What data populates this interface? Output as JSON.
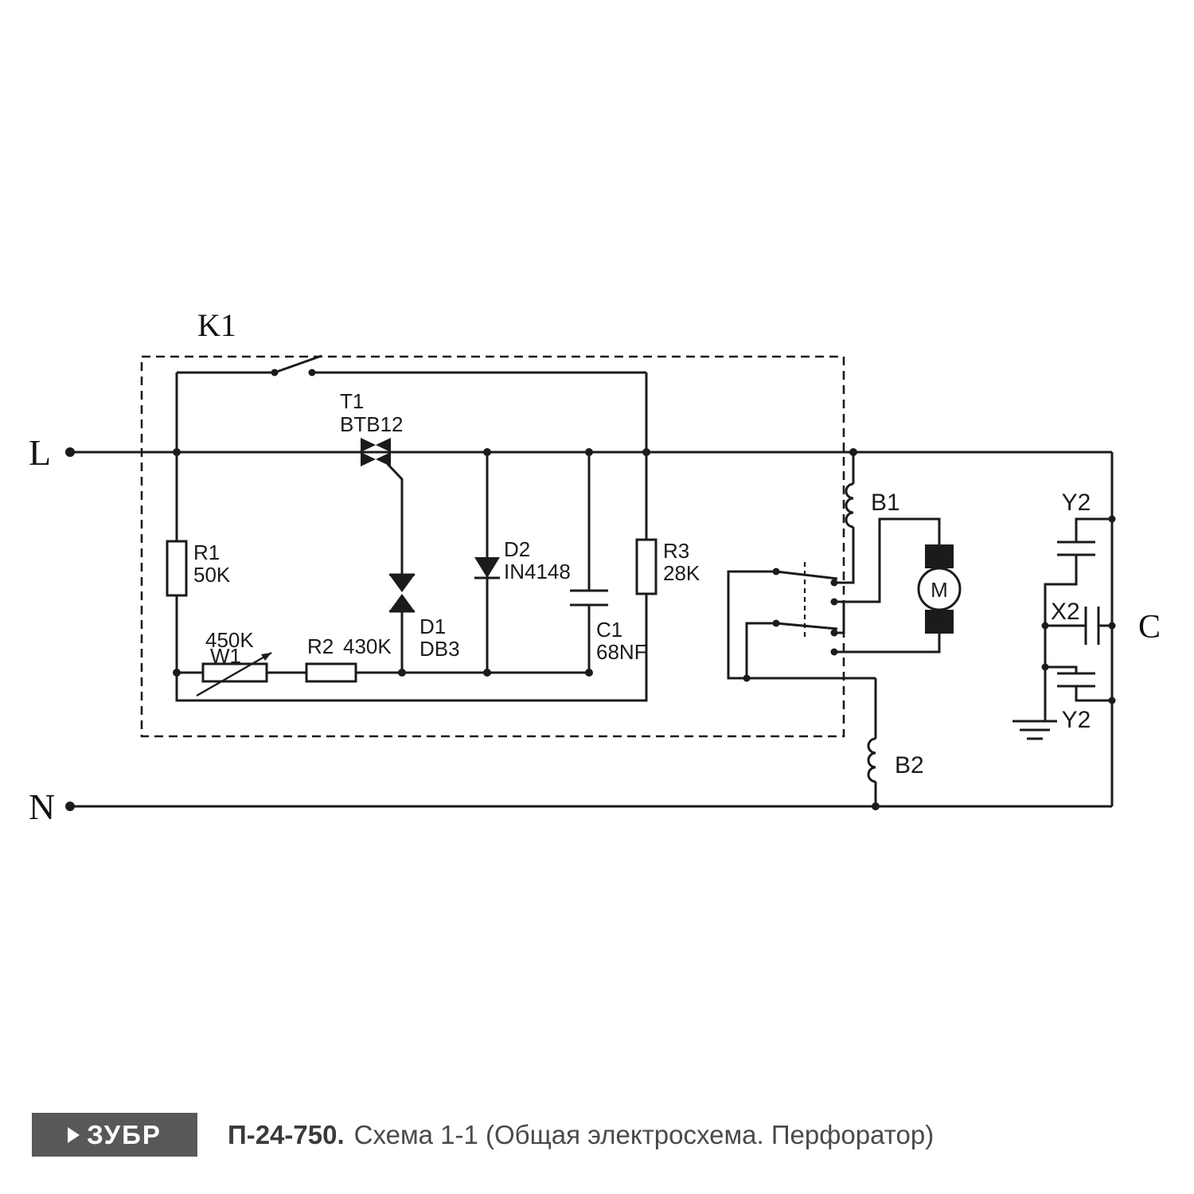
{
  "diagram": {
    "block_label": "K1",
    "terminals": {
      "live": "L",
      "neutral": "N"
    },
    "components": {
      "t1": {
        "name": "T1",
        "value": "BTB12",
        "type": "triac"
      },
      "r1": {
        "name": "R1",
        "value": "50K",
        "type": "resistor"
      },
      "w1": {
        "name": "W1",
        "value": "450K",
        "type": "potentiometer"
      },
      "r2": {
        "name": "R2",
        "value": "430K",
        "type": "resistor"
      },
      "d1": {
        "name": "D1",
        "value": "DB3",
        "type": "diac"
      },
      "d2": {
        "name": "D2",
        "value": "IN4148",
        "type": "diode"
      },
      "c1": {
        "name": "C1",
        "value": "68NF",
        "type": "capacitor"
      },
      "r3": {
        "name": "R3",
        "value": "28K",
        "type": "resistor"
      },
      "b1": {
        "name": "B1",
        "type": "field-coil"
      },
      "b2": {
        "name": "B2",
        "type": "field-coil"
      },
      "motor": {
        "name": "M",
        "type": "motor"
      },
      "y2_top": {
        "name": "Y2",
        "type": "capacitor"
      },
      "x2": {
        "name": "X2",
        "type": "capacitor"
      },
      "y2_bottom": {
        "name": "Y2",
        "type": "capacitor"
      },
      "c_ext": {
        "name": "C",
        "type": "capacitor"
      }
    }
  },
  "footer": {
    "brand": "ЗУБР",
    "model": "П-24-750.",
    "caption": "Схема 1-1 (Общая электросхема. Перфоратор)"
  },
  "colors": {
    "line": "#1b1b1b",
    "background": "#ffffff",
    "footer_box": "#57585a",
    "footer_brand": "#ffffff",
    "caption_text": "#4a4a4a"
  }
}
